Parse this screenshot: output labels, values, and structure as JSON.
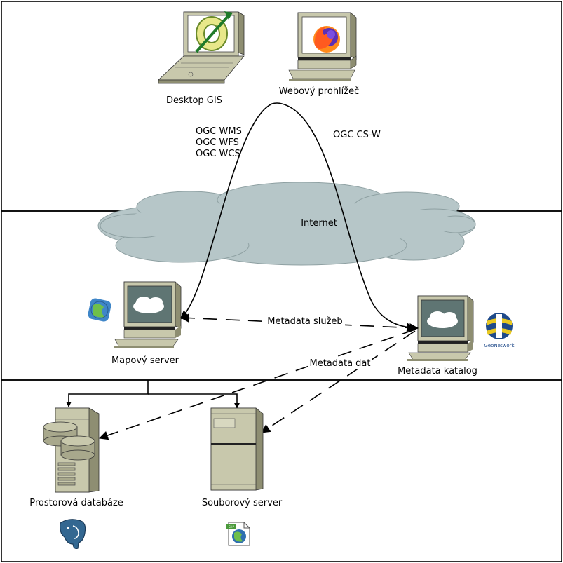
{
  "nodes": {
    "desktop_gis": "Desktop GIS",
    "web_browser": "Webový prohlížeč",
    "map_server": "Mapový server",
    "metadata_catalog": "Metadata katalog",
    "spatial_db": "Prostorová databáze",
    "file_server": "Souborový server"
  },
  "cloud": {
    "label": "Internet"
  },
  "protocols": {
    "wms": "OGC WMS",
    "wfs": "OGC WFS",
    "wcs": "OGC WCS",
    "csw": "OGC CS-W"
  },
  "links": {
    "service_metadata": "Metadata služeb",
    "data_metadata": "Metadata dat"
  },
  "logos": {
    "geonetwork": "GeoNetwork",
    "file_badge": "SHP"
  },
  "icons": [
    "qgis-logo-icon",
    "firefox-logo-icon",
    "globe-icon",
    "geonetwork-logo-icon",
    "postgresql-elephant-icon",
    "geo-file-icon"
  ],
  "colors": {
    "device_body": "#c8c8ac",
    "device_side": "#8e8e72",
    "screen": "#5f7573",
    "cloud": "#b6c6c8",
    "cloud_stroke": "#8ea0a2"
  }
}
